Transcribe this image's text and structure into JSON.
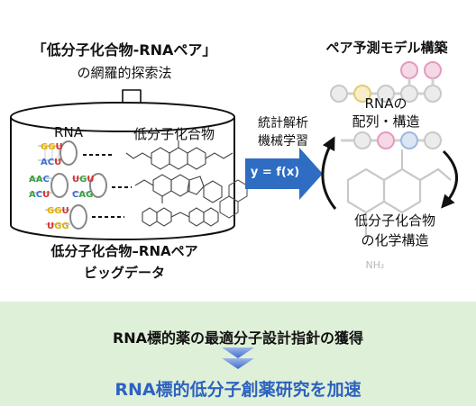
{
  "left_panel": {
    "title_line1": "「低分子化合物-RNAペア」",
    "title_line2": "の網羅的探索法",
    "rna_label": "RNA",
    "small_molecule_label": "低分子化合物",
    "database_line1": "低分子化合物–RNAペア",
    "database_line2": "ビッグデータ"
  },
  "middle": {
    "method_line1": "統計解析",
    "method_line2": "機械学習",
    "formula": "y = f(x)"
  },
  "right_panel": {
    "title": "ペア予測モデル構築",
    "rna_line1": "RNAの",
    "rna_line2": "配列・構造",
    "chem_line1": "低分子化合物",
    "chem_line2": "の化学構造",
    "nh2_label": "NH₂"
  },
  "bottom": {
    "line1": "RNA標的薬の最適分子設計指針の獲得",
    "line2": "RNA標的低分子創薬研究を加速"
  },
  "colors": {
    "band_green": "#dff0d8",
    "arrow_blue": "#2e6dc2",
    "accent_blue_text": "#2d62c0",
    "base_G": "#e0b000",
    "base_U": "#d83030",
    "base_A": "#3aa040",
    "base_C": "#3a6fd8"
  }
}
